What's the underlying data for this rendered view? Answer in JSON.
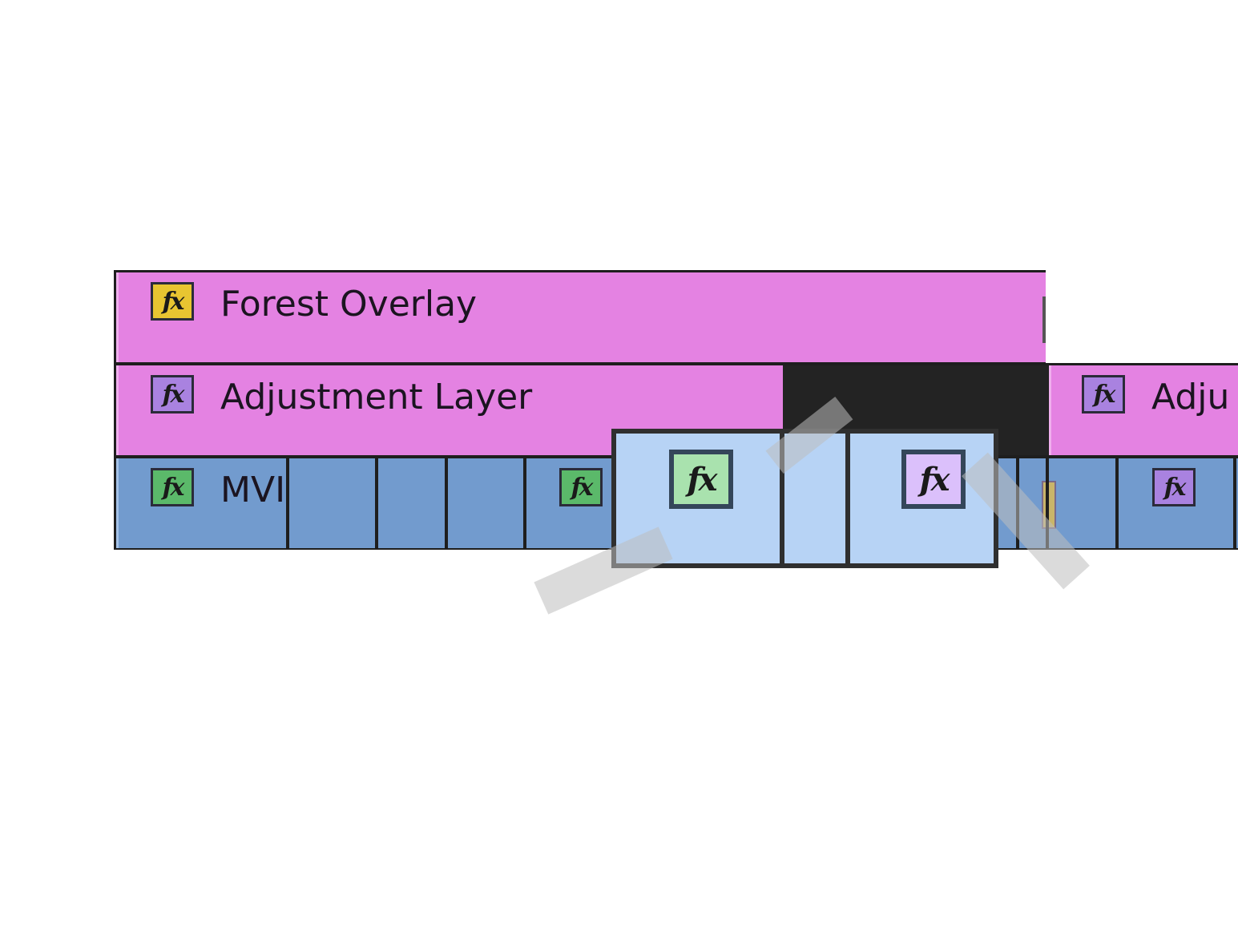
{
  "timeline": {
    "tracks": [
      {
        "clips": [
          {
            "label": "Forest Overlay",
            "fx_color": "#e8c531",
            "clip_color": "#e482e2"
          }
        ]
      },
      {
        "clips": [
          {
            "label": "Adjustment Layer",
            "fx_color": "#a982e0",
            "clip_color": "#e482e2"
          },
          {
            "label": "Adju",
            "fx_color": "#a982e0",
            "clip_color": "#e482e2"
          }
        ]
      },
      {
        "clips": [
          {
            "label": "MVI",
            "fx_color": "#5bb96a",
            "clip_color": "#729bce"
          }
        ]
      }
    ],
    "fx_glyph": "fx",
    "magnifier": {
      "clip_color": "#b7d3f5",
      "fx_left_color": "#a9e2ae",
      "fx_right_color": "#dbc0fb"
    }
  }
}
